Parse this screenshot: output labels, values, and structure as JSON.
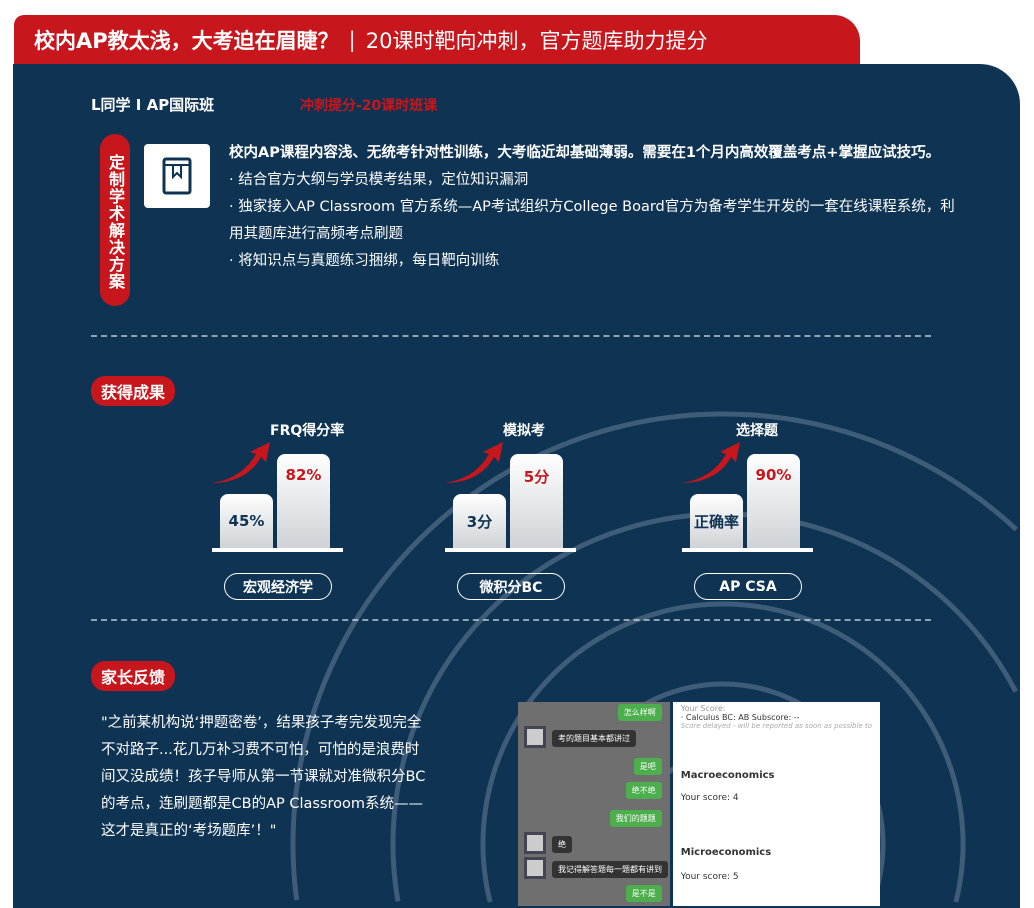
{
  "banner": {
    "question": "校内AP教太浅，大考迫在眉睫？",
    "separator": "|",
    "answer": "20课时靶向冲刺，官方题库助力提分"
  },
  "student": {
    "name": "L同学 I AP国际班",
    "course": "冲刺提分-20课时班课"
  },
  "solution": {
    "tag": "定制学术解决方案",
    "icon": "book-bookmark-icon",
    "lead": "校内AP课程内容浅、无统考针对性训练，大考临近却基础薄弱。需要在1个月内高效覆盖考点+掌握应试技巧。",
    "points": [
      "· 结合官方大纲与学员模考结果，定位知识漏洞",
      "· 独家接入AP Classroom 官方系统—AP考试组织方College Board官方为备考学生开发的一套在线课程系统，利用其题库进行高频考点刷题",
      "· 将知识点与真题练习捆绑，每日靶向训练"
    ]
  },
  "results": {
    "title": "获得成果",
    "groups": [
      {
        "metric": "FRQ得分率",
        "before": "45%",
        "after": "82%",
        "subject": "宏观经济学"
      },
      {
        "metric": "模拟考",
        "before": "3分",
        "after": "5分",
        "subject": "微积分BC"
      },
      {
        "metric": "选择题",
        "before": "正确率",
        "after": "90%",
        "subject": "AP CSA"
      }
    ]
  },
  "feedback": {
    "title": "家长反馈",
    "quote": "\"之前某机构说‘押题密卷’，结果孩子考完发现完全不对路子...花几万补习费不可怕，可怕的是浪费时间又没成绩！孩子导师从第一节课就对准微积分BC的考点，连刷题都是CB的AP Classroom系统——这才是真正的‘考场题库’！\"",
    "chat": [
      "怎么样啊",
      "考的题目基本都讲过",
      "是吧",
      "绝不绝",
      "我们的题题",
      "绝",
      "我记得解答题每一题都有讲到",
      "是不是"
    ],
    "scores": {
      "header": "Your Score:",
      "sub": "· Calculus BC: AB Subscore: --",
      "delayed": "Score delayed - will be reported as soon as possible to",
      "s1": "Macroeconomics",
      "s1v": "Your score: 4",
      "s2": "Microeconomics",
      "s2v": "Your score: 5"
    }
  },
  "colors": {
    "red": "#c8161d",
    "navy": "#0e3353"
  }
}
